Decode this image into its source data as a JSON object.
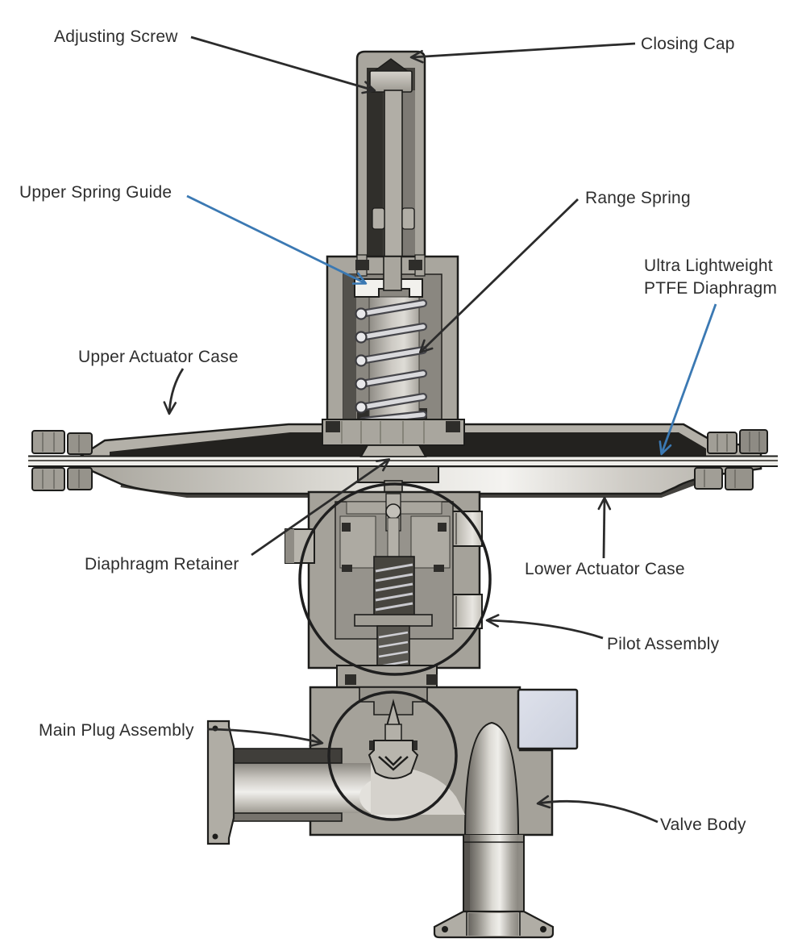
{
  "diagram": {
    "type": "technical-cutaway",
    "subject": "sanitary pressure regulating valve cross-section",
    "labels": {
      "adjusting_screw": "Adjusting Screw",
      "closing_cap": "Closing Cap",
      "upper_spring_guide": "Upper Spring Guide",
      "range_spring": "Range Spring",
      "ptfe_diaphragm_line1": "Ultra Lightweight",
      "ptfe_diaphragm_line2": "PTFE Diaphragm",
      "upper_actuator_case": "Upper Actuator Case",
      "diaphragm_retainer": "Diaphragm Retainer",
      "lower_actuator_case": "Lower Actuator Case",
      "pilot_assembly": "Pilot Assembly",
      "main_plug_assembly": "Main Plug Assembly",
      "valve_body": "Valve Body"
    },
    "colors": {
      "leader_black": "#2b2b2b",
      "leader_blue": "#3b79b3",
      "metal_gray": "#a5a29a",
      "metal_light": "#b3b0a8",
      "cavity_dark": "#2e2d2a",
      "diaphragm_black": "#23221f",
      "guide_white": "#f2f1ed",
      "block_blue": "#d5d9e4",
      "background": "#ffffff"
    }
  }
}
